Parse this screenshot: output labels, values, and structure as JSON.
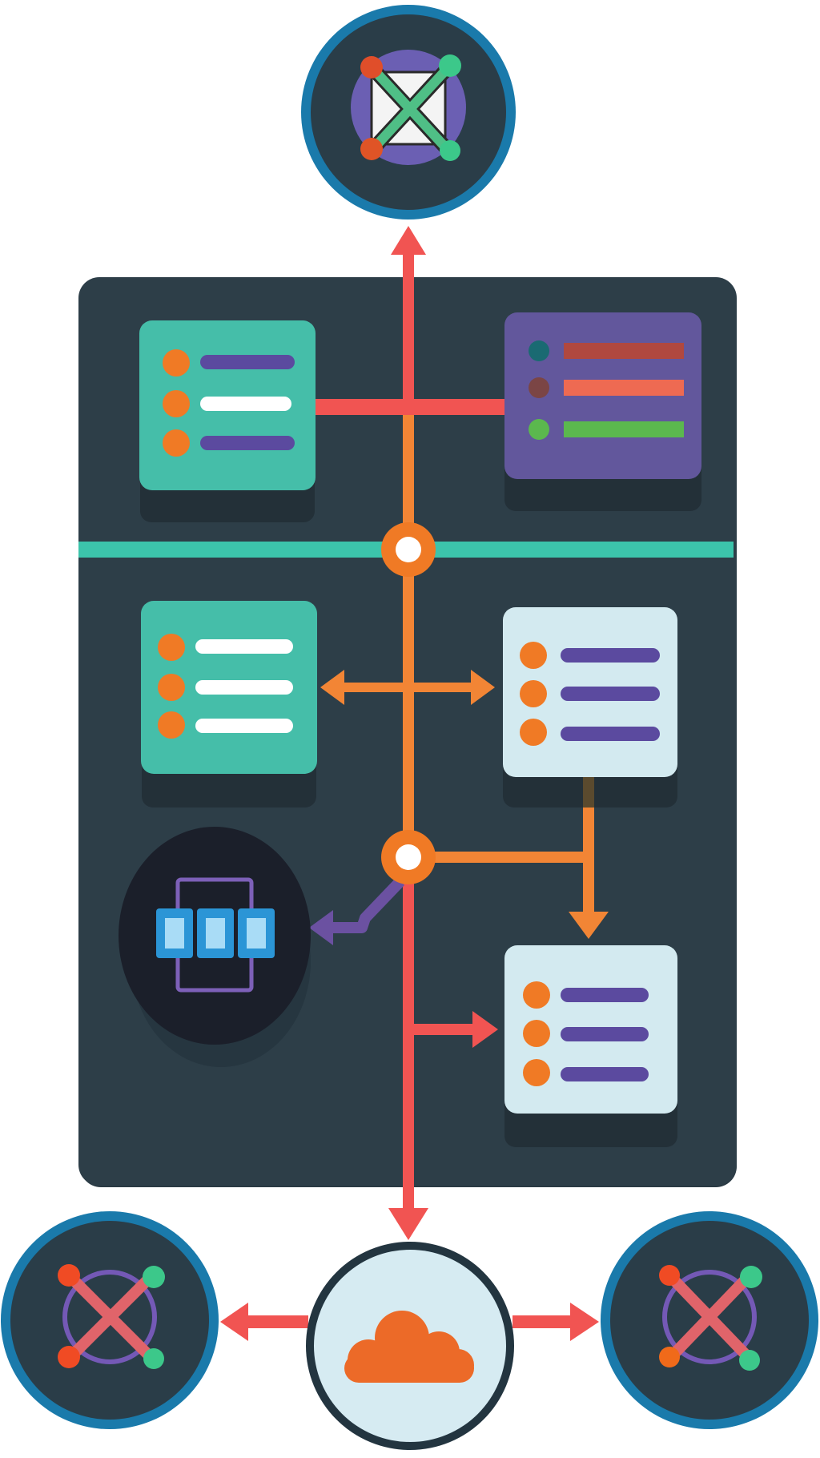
{
  "colors": {
    "background": "#ffffff",
    "panel": "#2d3e48",
    "panel_shadow": "#233038",
    "card_teal": "#45bea9",
    "card_purple": "#62579c",
    "card_light": "#d3eaf0",
    "node_ring_blue": "#1a7aab",
    "node_ring_dark": "#233540",
    "node_fill_dark": "#2a3d48",
    "node_fill_light": "#d6ebf2",
    "arrow_red": "#f15452",
    "arrow_orange": "#f28535",
    "arrow_purple": "#6b51a1",
    "divider_teal": "#3cc4ab",
    "bullet_orange": "#f07a25",
    "line_purple": "#5b4a9f",
    "line_white": "#ffffff",
    "cloud_orange": "#ec6a28",
    "circuit_fill": "#1b1f2a",
    "circuit_chip": "#3fa6e0",
    "circuit_frame": "#7d60b8"
  },
  "icons": {
    "top_node": "network-x-icon",
    "bottom_center_node": "cloud-icon",
    "bottom_left_node": "network-x-icon",
    "bottom_right_node": "network-x-icon",
    "circuit_node": "chip-array-icon",
    "junctions": "junction-ring-icon"
  },
  "cards": [
    {
      "id": "card-top-left",
      "style": "teal",
      "bullets": [
        "orange",
        "orange",
        "orange"
      ],
      "lines": [
        "purple",
        "white",
        "purple"
      ]
    },
    {
      "id": "card-top-right",
      "style": "purple",
      "bullets": [
        "teal-dark",
        "brown",
        "green"
      ],
      "lines": [
        "red",
        "coral",
        "green"
      ]
    },
    {
      "id": "card-mid-left",
      "style": "teal",
      "bullets": [
        "orange",
        "orange",
        "orange"
      ],
      "lines": [
        "white",
        "white",
        "white"
      ]
    },
    {
      "id": "card-mid-right",
      "style": "light",
      "bullets": [
        "orange",
        "orange",
        "orange"
      ],
      "lines": [
        "purple",
        "purple",
        "purple"
      ]
    },
    {
      "id": "card-bottom-right",
      "style": "light",
      "bullets": [
        "orange",
        "orange",
        "orange"
      ],
      "lines": [
        "purple",
        "purple",
        "purple"
      ]
    }
  ]
}
